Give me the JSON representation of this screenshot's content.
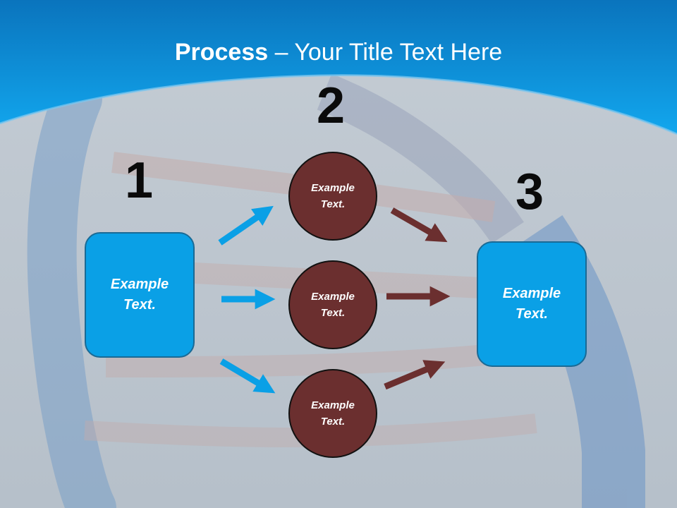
{
  "title": {
    "bold": "Process",
    "rest": " – Your Title Text Here"
  },
  "steps": [
    {
      "number": "1"
    },
    {
      "number": "2"
    },
    {
      "number": "3"
    }
  ],
  "boxes": {
    "left": "Example Text.",
    "right": "Example Text."
  },
  "circles": [
    "Example Text.",
    "Example Text.",
    "Example Text."
  ],
  "colors": {
    "box": "#0aa0e6",
    "circle": "#6b2f2f",
    "arrow_blue": "#0aa0e6",
    "arrow_brown": "#6b2f2f",
    "header": "#0e8fd6"
  }
}
